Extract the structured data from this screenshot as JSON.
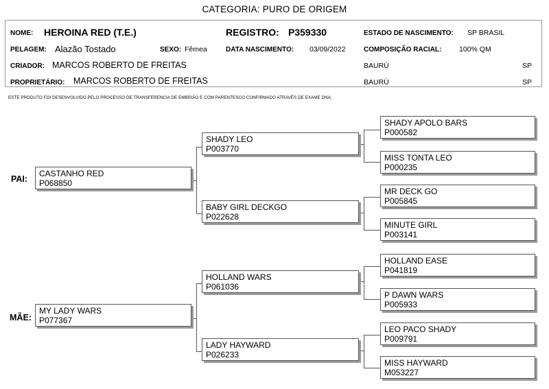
{
  "category": "CATEGORIA: PURO DE ORIGEM",
  "horse": {
    "name_label": "NOME:",
    "name": "HEROINA RED (T.E.)",
    "registry_label": "REGISTRO:",
    "registry": "P359330",
    "birth_state_label": "ESTADO DE NASCIMENTO:",
    "birth_state": "SP  BRASIL",
    "coat_label": "PELAGEM:",
    "coat": "Alazão Tostado",
    "sex_label": "SEXO:",
    "sex": "Fêmea",
    "birth_date_label": "DATA NASCIMENTO:",
    "birth_date": "03/09/2022",
    "composition_label": "COMPOSIÇÃO RACIAL:",
    "composition": "100% QM",
    "breeder_label": "CRIADOR:",
    "breeder": "MARCOS ROBERTO DE FREITAS",
    "breeder_city": "BAURÚ",
    "breeder_state": "SP",
    "owner_label": "PROPRIETÁRIO:",
    "owner": "MARCOS ROBERTO DE FREITAS",
    "owner_city": "BAURÚ",
    "owner_state": "SP"
  },
  "note": "ESTE PRODUTO FOI DESENVOLVIDO PELO PROCESSO DE TRANSFERENCIA DE EMBRIÃO E COM PARENTESCO CONFIRMADO ATRAVÉS DE EXAME DNA,",
  "pedigree": {
    "sire_label": "PAI:",
    "dam_label": "MÃE:",
    "sire": {
      "name": "CASTANHO RED",
      "reg": "P068850"
    },
    "sire_sire": {
      "name": "SHADY LEO",
      "reg": "P003770"
    },
    "sire_dam": {
      "name": "BABY GIRL DECKGO",
      "reg": "P022628"
    },
    "sire_sire_sire": {
      "name": "SHADY APOLO BARS",
      "reg": "P000582"
    },
    "sire_sire_dam": {
      "name": "MISS TONTA LEO",
      "reg": "P000235"
    },
    "sire_dam_sire": {
      "name": "MR DECK GO",
      "reg": "P005845"
    },
    "sire_dam_dam": {
      "name": "MINUTE GIRL",
      "reg": "P003141"
    },
    "dam": {
      "name": "MY LADY WARS",
      "reg": "P077367"
    },
    "dam_sire": {
      "name": "HOLLAND WARS",
      "reg": "P061036"
    },
    "dam_dam": {
      "name": "LADY HAYWARD",
      "reg": "P026233"
    },
    "dam_sire_sire": {
      "name": "HOLLAND EASE",
      "reg": "P041819"
    },
    "dam_sire_dam": {
      "name": "P DAWN WARS",
      "reg": "P005933"
    },
    "dam_dam_sire": {
      "name": "LEO PACO SHADY",
      "reg": "P009791"
    },
    "dam_dam_dam": {
      "name": "MISS HAYWARD",
      "reg": "M053227"
    }
  }
}
